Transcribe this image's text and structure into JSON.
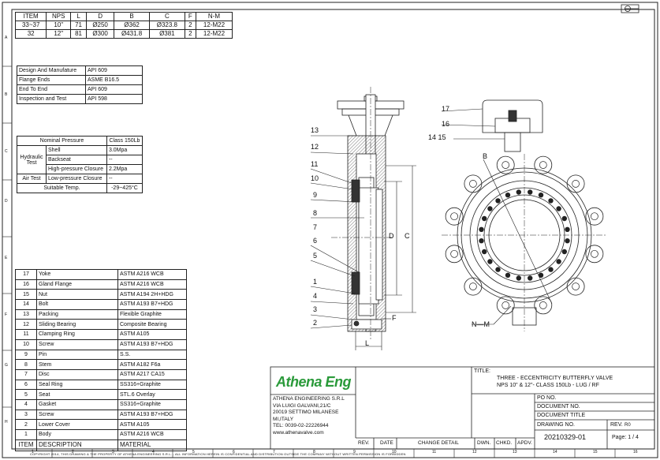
{
  "dimension_table": {
    "headers": [
      "ITEM",
      "NPS",
      "L",
      "D",
      "B",
      "C",
      "F",
      "N-M"
    ],
    "rows": [
      [
        "33~37",
        "10\"",
        "71",
        "Ø250",
        "Ø362",
        "Ø323.8",
        "2",
        "12-M22"
      ],
      [
        "32",
        "12\"",
        "81",
        "Ø300",
        "Ø431.8",
        "Ø381",
        "2",
        "12-M22"
      ]
    ]
  },
  "spec_table": [
    {
      "label": "Design And Manufature",
      "value": "API 609"
    },
    {
      "label": "Flange Ends",
      "value": "ASME B16.5"
    },
    {
      "label": "End To End",
      "value": "API 609"
    },
    {
      "label": "Inspection and Test",
      "value": "API 598"
    }
  ],
  "pressure_table": {
    "nominal_label": "Nominal Pressure",
    "nominal_value": "Class 150Lb",
    "hydraulic_label": "Hydraulic Test",
    "shell_label": "Shell",
    "shell_value": "3.0Mpa",
    "backseat_label": "Backseat",
    "backseat_value": "--",
    "hp_label": "High-pressure Closure",
    "hp_value": "2.2Mpa",
    "air_label": "Air Test",
    "lp_label": "Low-pressure Closure",
    "lp_value": "--",
    "temp_label": "Suitable Temp.",
    "temp_value": "-29~425°C"
  },
  "parts": [
    {
      "no": "17",
      "name": "Yoke",
      "material": "ASTM A216 WCB"
    },
    {
      "no": "16",
      "name": "Gland Flange",
      "material": "ASTM A216 WCB"
    },
    {
      "no": "15",
      "name": "Nut",
      "material": "ASTM A194 2H+HDG"
    },
    {
      "no": "14",
      "name": "Bolt",
      "material": "ASTM A193 B7+HDG"
    },
    {
      "no": "13",
      "name": "Packing",
      "material": "Flexible Graphite"
    },
    {
      "no": "12",
      "name": "Sliding Bearing",
      "material": "Composite Bearing"
    },
    {
      "no": "11",
      "name": "Clamping Ring",
      "material": "ASTM A105"
    },
    {
      "no": "10",
      "name": "Screw",
      "material": "ASTM A193 B7+HDG"
    },
    {
      "no": "9",
      "name": "Pin",
      "material": "S.S."
    },
    {
      "no": "8",
      "name": "Stem",
      "material": "ASTM A182 F6a"
    },
    {
      "no": "7",
      "name": "Disc",
      "material": "ASTM A217 CA15"
    },
    {
      "no": "6",
      "name": "Seal Ring",
      "material": "SS316+Graphite"
    },
    {
      "no": "5",
      "name": "Seat",
      "material": "STL.6 Overlay"
    },
    {
      "no": "4",
      "name": "Gasket",
      "material": "SS316+Graphite"
    },
    {
      "no": "3",
      "name": "Screw",
      "material": "ASTM A193 B7+HDG"
    },
    {
      "no": "2",
      "name": "Lower Cover",
      "material": "ASTM A105"
    },
    {
      "no": "1",
      "name": "Body",
      "material": "ASTM A216 WCB"
    }
  ],
  "parts_header": {
    "item": "ITEM",
    "description": "DESCRIPTION",
    "material": "MATERIAL"
  },
  "title_block": {
    "logo_text": "Athena Eng",
    "company_lines": [
      "ATHENA ENGINEERING S.R.L",
      "VIA LUIGI GALVANI,21/C",
      "20019 SETTIMO MILANESE",
      "MI,ITALY"
    ],
    "tel": "TEL: 0039-02-22226944",
    "web": "www.athenavalve.com",
    "title_label": "TITLE:",
    "title_line1": "THREE - ECCENTRICITY BUTTERFLY VALVE",
    "title_line2": "NPS 10\" & 12\"- CLASS 150Lb - LUG / RF",
    "po_no": "PO NO.",
    "document_no": "DOCUMENT NO.",
    "document_title": "DOCUMENT TITLE",
    "drawing_no_label": "DRAWING NO.",
    "drawing_no": "20210329-01",
    "rev_label": "REV.",
    "rev_value": "R0",
    "page": "Page: 1 / 4",
    "rev_row": [
      "REV.",
      "DATE",
      "CHANGE DETAIL",
      "DWN.",
      "CHKD.",
      "APDV."
    ]
  },
  "dimension_labels": {
    "B": "B",
    "C": "C",
    "D": "D",
    "F": "F",
    "L": "L",
    "NM": "N—M"
  },
  "front_callouts": [
    "13",
    "12",
    "11",
    "10",
    "9",
    "8",
    "7",
    "6",
    "5",
    "1",
    "4",
    "3",
    "2"
  ],
  "side_callouts": [
    "17",
    "16",
    "14  15"
  ],
  "grid_left": [
    "A",
    "B",
    "C",
    "D",
    "E",
    "F",
    "G",
    "H"
  ],
  "grid_bottom": [
    "1",
    "2",
    "3",
    "4",
    "5",
    "6",
    "7",
    "8",
    "9",
    "10",
    "11",
    "12",
    "13",
    "14",
    "15",
    "16"
  ],
  "copyright": "COPYRIGHT 2014, THIS DRAWING & THE PROPERTY OF ATHENA ENGINEERING S.R.L. - ALL INFORMATION HEREIN IS CONFIDENTIAL AND DISTRIBUTION OUTSIDE THE COMPANY WITHOUT WRITTEN PERMISSION IS FORBIDDEN"
}
